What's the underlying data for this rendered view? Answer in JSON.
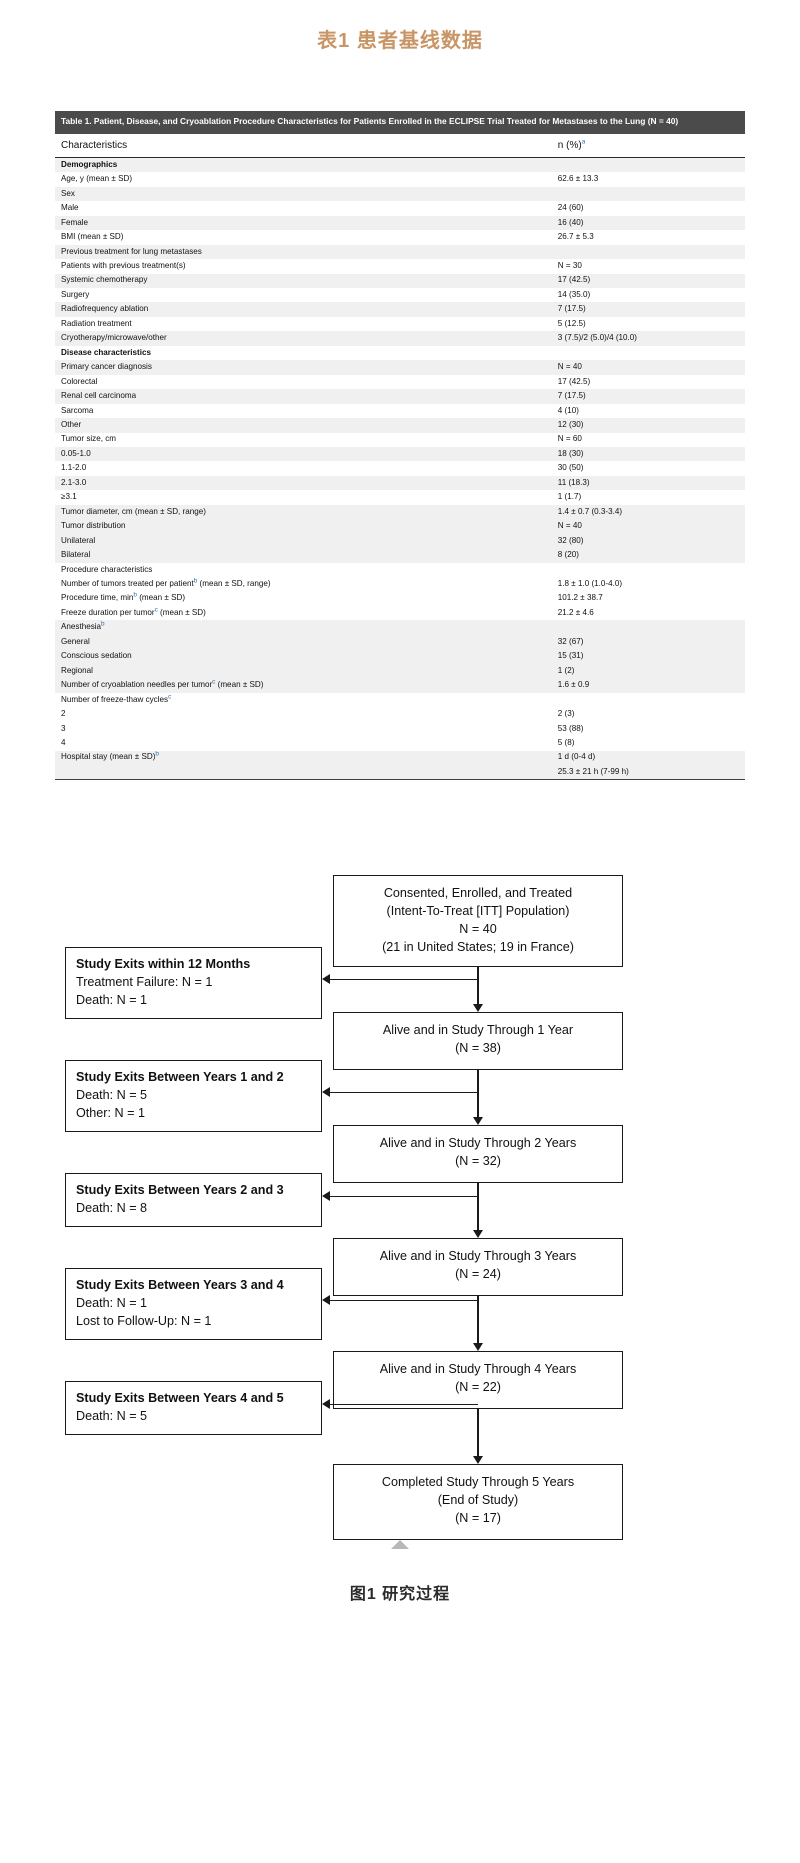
{
  "captions": {
    "top": "表1  患者基线数据",
    "top_color": "#c89566",
    "bottom": "图1  研究过程"
  },
  "table": {
    "title_prefix": "Table 1.",
    "title_rest": " Patient, Disease, and Cryoablation Procedure Characteristics for Patients Enrolled in the ECLIPSE Trial Treated for Metastases to the Lung (N = 40)",
    "header": {
      "col1": "Characteristics",
      "col2": "n (%)",
      "col2_sup": "a"
    },
    "rows": [
      {
        "label": "Demographics",
        "value": "",
        "level": 0,
        "bold": true,
        "shade": true
      },
      {
        "label": "Age, y (mean ± SD)",
        "value": "62.6 ± 13.3",
        "level": 0,
        "bold": false,
        "shade": false
      },
      {
        "label": "Sex",
        "value": "",
        "level": 0,
        "bold": false,
        "shade": true
      },
      {
        "label": "Male",
        "value": "24 (60)",
        "level": 1,
        "bold": false,
        "shade": false
      },
      {
        "label": "Female",
        "value": "16 (40)",
        "level": 1,
        "bold": false,
        "shade": true
      },
      {
        "label": "BMI (mean ± SD)",
        "value": "26.7 ± 5.3",
        "level": 0,
        "bold": false,
        "shade": false
      },
      {
        "label": "Previous treatment for lung metastases",
        "value": "",
        "level": 0,
        "bold": false,
        "shade": true
      },
      {
        "label": "Patients with previous treatment(s)",
        "value": "N = 30",
        "level": 1,
        "bold": false,
        "shade": false
      },
      {
        "label": "Systemic chemotherapy",
        "value": "17 (42.5)",
        "level": 2,
        "bold": false,
        "shade": true
      },
      {
        "label": "Surgery",
        "value": "14 (35.0)",
        "level": 2,
        "bold": false,
        "shade": false
      },
      {
        "label": "Radiofrequency ablation",
        "value": "7 (17.5)",
        "level": 2,
        "bold": false,
        "shade": true
      },
      {
        "label": "Radiation treatment",
        "value": "5 (12.5)",
        "level": 2,
        "bold": false,
        "shade": false
      },
      {
        "label": "Cryotherapy/microwave/other",
        "value": "3 (7.5)/2 (5.0)/4 (10.0)",
        "level": 2,
        "bold": false,
        "shade": true
      },
      {
        "label": "Disease characteristics",
        "value": "",
        "level": 0,
        "bold": true,
        "shade": false
      },
      {
        "label": "Primary cancer diagnosis",
        "value": "N = 40",
        "level": 2,
        "bold": false,
        "shade": true
      },
      {
        "label": "Colorectal",
        "value": "17 (42.5)",
        "level": 2,
        "bold": false,
        "shade": false
      },
      {
        "label": "Renal cell carcinoma",
        "value": "7 (17.5)",
        "level": 2,
        "bold": false,
        "shade": true
      },
      {
        "label": "Sarcoma",
        "value": "4 (10)",
        "level": 2,
        "bold": false,
        "shade": false
      },
      {
        "label": "Other",
        "value": "12 (30)",
        "level": 2,
        "bold": false,
        "shade": true
      },
      {
        "label": "Tumor size, cm",
        "value": "N = 60",
        "level": 1,
        "bold": false,
        "shade": false
      },
      {
        "label": "0.05-1.0",
        "value": "18 (30)",
        "level": 2,
        "bold": false,
        "shade": true
      },
      {
        "label": "1.1-2.0",
        "value": "30 (50)",
        "level": 2,
        "bold": false,
        "shade": false
      },
      {
        "label": "2.1-3.0",
        "value": "11 (18.3)",
        "level": 2,
        "bold": false,
        "shade": true
      },
      {
        "label": "≥3.1",
        "value": "1 (1.7)",
        "level": 2,
        "bold": false,
        "shade": false
      },
      {
        "label": "Tumor diameter, cm (mean ± SD, range)",
        "value": "1.4 ± 0.7 (0.3-3.4)",
        "level": 0,
        "bold": false,
        "shade": true
      },
      {
        "label": "Tumor distribution",
        "value": "N = 40",
        "level": 1,
        "bold": false,
        "shade": true
      },
      {
        "label": "Unilateral",
        "value": "32 (80)",
        "level": 2,
        "bold": false,
        "shade": true
      },
      {
        "label": "Bilateral",
        "value": "8 (20)",
        "level": 2,
        "bold": false,
        "shade": true
      },
      {
        "label": "Procedure characteristics",
        "value": "",
        "level": 0,
        "bold": false,
        "shade": false
      },
      {
        "label": "Number of tumors treated per patient",
        "sup": "b",
        "label_tail": " (mean ± SD, range)",
        "value": "1.8 ± 1.0 (1.0-4.0)",
        "level": 1,
        "bold": false,
        "shade": false
      },
      {
        "label": "Procedure time, min",
        "sup": "b",
        "label_tail": " (mean ± SD)",
        "value": "101.2 ± 38.7",
        "level": 1,
        "bold": false,
        "shade": false
      },
      {
        "label": "Freeze duration per tumor",
        "sup": "c",
        "label_tail": " (mean ± SD)",
        "value": "21.2 ± 4.6",
        "level": 1,
        "bold": false,
        "shade": false
      },
      {
        "label": "Anesthesia",
        "sup": "b",
        "value": "",
        "level": 0,
        "bold": false,
        "shade": true
      },
      {
        "label": "General",
        "value": "32 (67)",
        "level": 1,
        "bold": false,
        "shade": true
      },
      {
        "label": "Conscious sedation",
        "value": "15 (31)",
        "level": 1,
        "bold": false,
        "shade": true
      },
      {
        "label": "Regional",
        "value": "1 (2)",
        "level": 1,
        "bold": false,
        "shade": true
      },
      {
        "label": "Number of cryoablation needles per tumor",
        "sup": "c",
        "label_tail": " (mean ± SD)",
        "value": "1.6 ± 0.9",
        "level": 1,
        "bold": false,
        "shade": true
      },
      {
        "label": "Number of freeze-thaw cycles",
        "sup": "c",
        "value": "",
        "level": 0,
        "bold": false,
        "shade": false
      },
      {
        "label": "2",
        "value": "2 (3)",
        "level": 1,
        "bold": false,
        "shade": false
      },
      {
        "label": "3",
        "value": "53 (88)",
        "level": 1,
        "bold": false,
        "shade": false
      },
      {
        "label": "4",
        "value": "5 (8)",
        "level": 1,
        "bold": false,
        "shade": false
      },
      {
        "label": "Hospital stay (mean ± SD)",
        "sup": "b",
        "value": "1 d (0-4 d)",
        "level": 0,
        "bold": false,
        "shade": true
      },
      {
        "label": "",
        "value": "25.3 ± 21 h (7-99 h)",
        "level": 0,
        "bold": false,
        "shade": true
      }
    ]
  },
  "flowchart": {
    "main_boxes": [
      {
        "lines": [
          "Consented, Enrolled, and Treated",
          "(Intent-To-Treat [ITT] Population)",
          "N = 40",
          "(21 in United States; 19 in France)"
        ]
      },
      {
        "lines": [
          "Alive and in Study Through 1 Year",
          "(N = 38)"
        ]
      },
      {
        "lines": [
          "Alive and in Study Through 2 Years",
          "(N = 32)"
        ]
      },
      {
        "lines": [
          "Alive and in Study Through 3 Years",
          "(N = 24)"
        ]
      },
      {
        "lines": [
          "Alive and in Study Through 4 Years",
          "(N = 22)"
        ]
      },
      {
        "lines": [
          "Completed Study Through 5 Years",
          "(End of Study)",
          "(N = 17)"
        ]
      }
    ],
    "exit_boxes": [
      {
        "title": "Study Exits within 12 Months",
        "lines": [
          "Treatment Failure: N = 1",
          "Death: N = 1"
        ]
      },
      {
        "title": "Study Exits Between Years 1 and 2",
        "lines": [
          "Death: N = 5",
          "Other: N = 1"
        ]
      },
      {
        "title": "Study Exits Between Years 2 and 3",
        "lines": [
          "Death: N = 8"
        ]
      },
      {
        "title": "Study Exits Between Years 3 and 4",
        "lines": [
          "Death: N = 1",
          "Lost to Follow-Up: N = 1"
        ]
      },
      {
        "title": "Study Exits Between Years 4 and 5",
        "lines": [
          "Death: N = 5"
        ]
      }
    ]
  }
}
